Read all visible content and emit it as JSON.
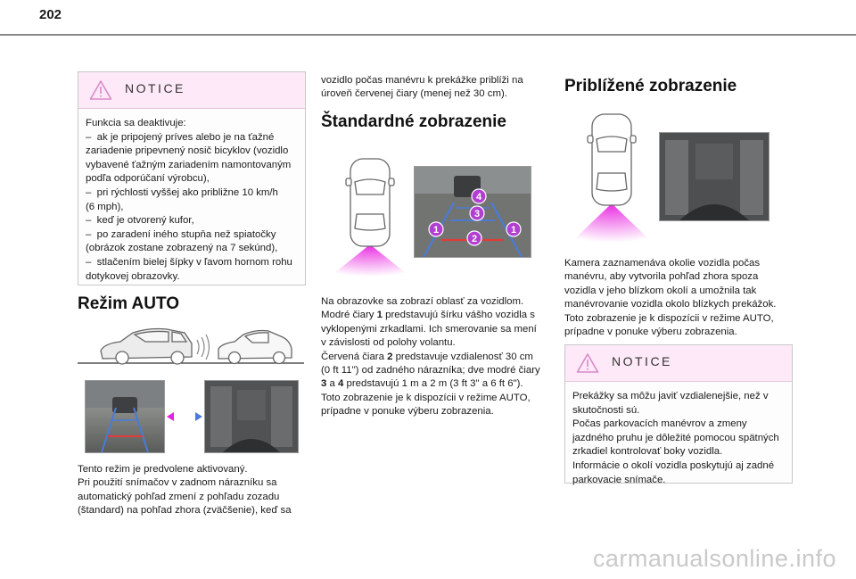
{
  "page_number": "202",
  "left_column": {
    "notice": {
      "title": "NOTICE",
      "lines": [
        "Funkcia sa deaktivuje:",
        "–  ak je pripojený príves alebo je na ťažné",
        "zariadenie pripevnený nosič bicyklov (vozidlo",
        "vybavené ťažným zariadením namontovaným",
        "podľa odporúčaní výrobcu),",
        "–  pri rýchlosti vyššej ako približne 10 km/h",
        "(6 mph),",
        "–  keď je otvorený kufor,",
        "–  po zaradení iného stupňa než spiatočky",
        "(obrázok zostane zobrazený na 7 sekúnd),",
        "–  stlačením bielej šípky v ľavom hornom rohu",
        "dotykovej obrazovky."
      ]
    },
    "heading": "Režim AUTO",
    "paragraph": [
      "Tento režim je predvolene aktivovaný.",
      "Pri použití snímačov v zadnom nárazníku sa",
      "automatický pohľad zmení z pohľadu zozadu",
      "(štandard) na pohľad zhora (zväčšenie), keď sa"
    ]
  },
  "middle_column": {
    "intro": [
      "vozidlo počas manévru k prekážke priblíži na",
      "úroveň červenej čiary (menej než 30 cm)."
    ],
    "heading": "Štandardné zobrazenie",
    "callouts": [
      "4",
      "3",
      "1",
      "2",
      "1"
    ],
    "paragraph": {
      "l1": "Na obrazovke sa zobrazí oblasť za vozidlom.",
      "l2a": "Modré čiary ",
      "l2b": "1",
      "l2c": " predstavujú šírku vášho vozidla s",
      "l3": "vyklopenými zrkadlami. Ich smerovanie sa mení",
      "l4": "v závislosti od polohy volantu.",
      "l5a": "Červená čiara ",
      "l5b": "2",
      "l5c": " predstavuje vzdialenosť 30 cm",
      "l6": "(0 ft 11\") od zadného nárazníka; dve modré čiary",
      "l7a": "3",
      "l7b": " a ",
      "l7c": "4",
      "l7d": " predstavujú 1 m a 2 m (3 ft 3\" a 6 ft 6\").",
      "l8": "Toto zobrazenie je k dispozícii v režime AUTO,",
      "l9": "prípadne v ponuke výberu zobrazenia."
    }
  },
  "right_column": {
    "heading": "Priblížené zobrazenie",
    "paragraph": [
      "Kamera zaznamenáva okolie vozidla počas",
      "manévru, aby vytvorila pohľad zhora spoza",
      "vozidla v jeho blízkom okolí a umožnila tak",
      "manévrovanie vozidla okolo blízkych prekážok.",
      "Toto zobrazenie je k dispozícii v režime AUTO,",
      "prípadne v ponuke výberu zobrazenia."
    ],
    "notice": {
      "title": "NOTICE",
      "lines": [
        "Prekážky sa môžu javiť vzdialenejšie, než v",
        "skutočnosti sú.",
        "Počas parkovacích manévrov a zmeny",
        "jazdného pruhu je dôležité pomocou spätných",
        "zrkadiel kontrolovať boky vozidla.",
        "Informácie o okolí vozidla poskytujú aj zadné",
        "parkovacie snímače."
      ]
    }
  },
  "watermark": "carmanualsonline.info",
  "colors": {
    "notice_header": "#fde9f7",
    "magenta": "#e81ee0",
    "callout_purple": "#b23fd1",
    "guide_blue": "#4a7bd8",
    "guide_red": "#e13b3b"
  }
}
